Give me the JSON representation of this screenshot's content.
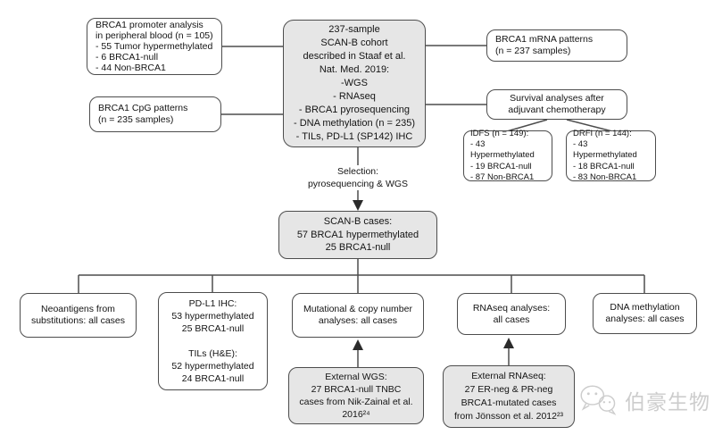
{
  "diagram": {
    "boxes": {
      "promoter": {
        "lines": [
          "BRCA1 promoter analysis",
          "in peripheral blood (n = 105)",
          "- 55 Tumor hypermethylated",
          "- 6 BRCA1-null",
          "- 44 Non-BRCA1"
        ]
      },
      "central_cohort": {
        "lines": [
          "237-sample",
          "SCAN-B cohort",
          "described in Staaf et al.",
          "Nat. Med. 2019:",
          "-WGS",
          "- RNAseq",
          "- BRCA1 pyrosequencing",
          "- DNA methylation (n = 235)",
          "- TILs, PD-L1 (SP142) IHC"
        ]
      },
      "mrna_patterns": {
        "lines": [
          "BRCA1 mRNA patterns",
          "(n = 237 samples)"
        ]
      },
      "cpg_patterns": {
        "lines": [
          "BRCA1 CpG patterns",
          "(n = 235 samples)"
        ]
      },
      "survival": {
        "lines": [
          "Survival analyses after",
          "adjuvant chemotherapy"
        ]
      },
      "idfs": {
        "lines": [
          "IDFS (n = 149):",
          "- 43 Hypermethylated",
          "- 19 BRCA1-null",
          "- 87 Non-BRCA1"
        ]
      },
      "drfi": {
        "lines": [
          "DRFI (n = 144):",
          "- 43 Hypermethylated",
          "- 18 BRCA1-null",
          "- 83 Non-BRCA1"
        ]
      },
      "selection_label": {
        "lines": [
          "Selection:",
          "pyrosequencing & WGS"
        ]
      },
      "scanb_cases": {
        "lines": [
          "SCAN-B cases:",
          "57 BRCA1 hypermethylated",
          "25 BRCA1-null"
        ]
      },
      "neoantigens": {
        "lines": [
          "Neoantigens from",
          "substitutions: all cases"
        ]
      },
      "pdl1_tils": {
        "lines": [
          "PD-L1 IHC:",
          "53 hypermethylated",
          "25 BRCA1-null",
          "",
          "TILs (H&E):",
          "52 hypermethylated",
          "24 BRCA1-null"
        ]
      },
      "mutational": {
        "lines": [
          "Mutational & copy number",
          "analyses: all cases"
        ]
      },
      "rnaseq_analyses": {
        "lines": [
          "RNAseq analyses:",
          "all cases"
        ]
      },
      "dna_methylation": {
        "lines": [
          "DNA methylation",
          "analyses: all cases"
        ]
      },
      "external_wgs": {
        "lines": [
          "External WGS:",
          "27 BRCA1-null TNBC",
          "cases from Nik-Zainal et al.",
          "2016²⁴"
        ]
      },
      "external_rnaseq": {
        "lines": [
          "External RNAseq:",
          "27 ER-neg & PR-neg",
          "BRCA1-mutated cases",
          "from Jönsson et al. 2012²³"
        ]
      }
    },
    "colors": {
      "box_border": "#4d4d4d",
      "box_fill_white": "#ffffff",
      "box_fill_gray": "#e6e6e6",
      "text": "#141414",
      "connector": "#4d4d4d",
      "watermark": "#cdcdcd"
    },
    "watermark": {
      "icon": "wechat-icon",
      "text": "伯豪生物"
    }
  }
}
